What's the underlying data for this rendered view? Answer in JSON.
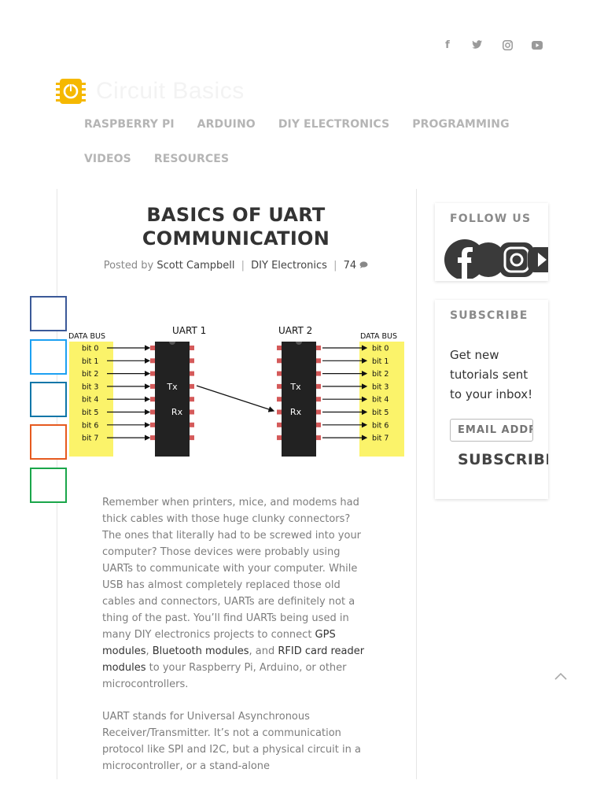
{
  "site": {
    "name": "Circuit Basics"
  },
  "social_top": [
    {
      "icon": "facebook-icon",
      "glyph": "f"
    },
    {
      "icon": "twitter-icon",
      "glyph": "t"
    },
    {
      "icon": "instagram-icon",
      "glyph": "◎"
    },
    {
      "icon": "youtube-icon",
      "glyph": "▶"
    }
  ],
  "nav": {
    "row1": [
      "RASPBERRY PI",
      "ARDUINO",
      "DIY ELECTRONICS",
      "PROGRAMMING"
    ],
    "row2": [
      "VIDEOS",
      "RESOURCES"
    ]
  },
  "post": {
    "title": "BASICS OF UART COMMUNICATION",
    "posted_by": "Posted by",
    "author": "Scott Campbell",
    "category": "DIY Electronics",
    "comments": "74",
    "sep": "|"
  },
  "share": {
    "colors": [
      "#3b5998",
      "#1da1f2",
      "#0e76a8",
      "#e65a1f",
      "#1aa64a"
    ]
  },
  "diagram": {
    "uart1": "UART 1",
    "uart2": "UART 2",
    "bus_left": "DATA BUS",
    "bus_right": "DATA BUS",
    "bits": [
      "bit 0",
      "bit 1",
      "bit 2",
      "bit 3",
      "bit 4",
      "bit 5",
      "bit 6",
      "bit 7"
    ],
    "tx": "Tx",
    "rx": "Rx"
  },
  "article": {
    "p1_a": "Remember when printers, mice, and modems had thick cables with those huge clunky connectors? The ones that literally had to be screwed into your computer? Those devices were probably using UARTs to communicate with your computer. While USB has almost completely replaced those old cables and connectors, UARTs are definitely not a thing of the past. You’ll find UARTs being used in many DIY electronics projects to connect ",
    "link_gps": "GPS modules",
    "comma": ", ",
    "link_bt": "Bluetooth modules",
    "and": ", and ",
    "link_rfid": "RFID card reader modules",
    "p1_b": " to your Raspberry Pi, Arduino, or other microcontrollers.",
    "p2": "UART stands for Universal Asynchronous Receiver/Transmitter. It’s not a communication protocol like SPI and I2C, but a physical circuit in a microcontroller, or a stand-alone"
  },
  "sidebar": {
    "follow_title": "FOLLOW US",
    "subscribe_title": "SUBSCRIBE",
    "subscribe_text": "Get new tutorials sent to your inbox!",
    "email_placeholder": "EMAIL ADDRESS",
    "subscribe_button": "SUBSCRIBE"
  }
}
